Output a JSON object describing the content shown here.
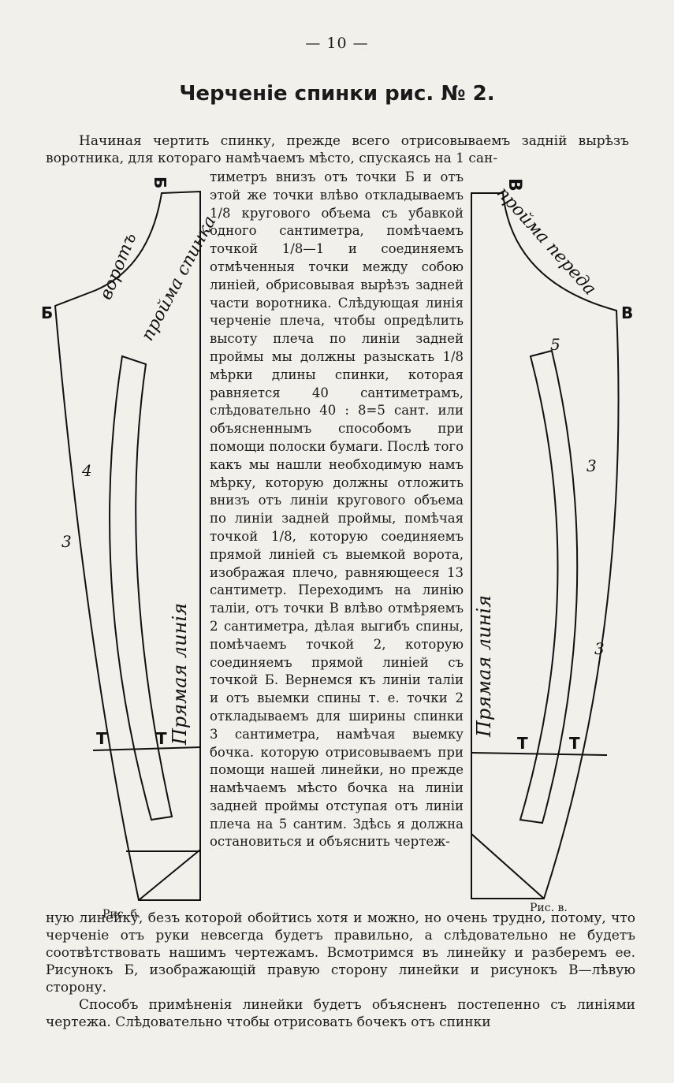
{
  "page_number": "— 10 —",
  "title": "Черченіе спинки рис. № 2.",
  "intro": "Начиная чертить спинку, прежде всего отрисовываемъ заднiй вырѣзъ воротника, для котораго намѣчаемъ мѣсто, спускаясь на 1 сан-",
  "column_text": "тиметръ внизъ отъ точки Б и отъ этой же точки влѣво откладываемъ 1/8 кругового объема съ убавкой одного сантиметра, помѣчаемъ точкой 1/8—1 и соединяемъ отмѣченныя точки между собою линiей, обрисовывая вырѣзъ задней части воротника. Слѣдующая линiя черченiе плеча, чтобы опредѣлить высоту плеча по линiи задней проймы мы должны разыскать 1/8 мѣрки длины спинки, которая равняется 40 сантиметрамъ, слѣдовательно 40 : 8=5 сант. или объясненнымъ способомъ при помощи полоски бумаги. Послѣ того какъ мы нашли необходимую намъ мѣрку, которую должны отложить внизъ отъ линiи кругового объема по линiи задней проймы, помѣчая точкой 1/8, которую соединяемъ прямой линiей съ выемкой ворота, изображая плечо, равняющееся 13 сантиметр. Переходимъ на линiю талiи, отъ точки В влѣво отмѣряемъ 2 сантиметра, дѣлая выгибъ спины, помѣчаемъ точкой 2, которую соединяемъ прямой линiей съ точкой Б. Вернемся къ линiи талiи и отъ выемки спины т. е. точки 2 откладываемъ для ширины спинки 3 сантиметра, намѣчая выемку бочка. которую отрисовываемъ при помощи нашей линейки, но прежде намѣчаемъ мѣсто бочка на линiи задней проймы отступая отъ линiи плеча на 5 сантим. Здѣсь я должна остановиться и объяснить чертеж-",
  "bottom_paragraph_1": "ную линейку, безъ которой обойтись хотя и можно, но очень трудно, потому, что черченiе отъ руки невсегда будетъ правильно, а слѣдовательно не будетъ соотвѣтствовать нашимъ чертежамъ. Всмотримся въ линейку и разберемъ ее. Рисунокъ Б, изображающiй правую сторону линейки и рисунокъ В—лѣвую сторону.",
  "bottom_paragraph_2": "Способъ примѣненiя линейки будетъ объясненъ постепенно съ линiями чертежа. Слѣдовательно чтобы отрисовать бочекъ отъ спинки",
  "figure_left": {
    "caption": "Рис. б.",
    "label_top": "Б",
    "label_side": "Б",
    "label_collar": "воротъ",
    "label_armhole": "пройма спинка",
    "label_straight": "Прямая линія",
    "num_a": "4",
    "num_b": "3",
    "t_a": "Т",
    "t_b": "Т"
  },
  "figure_right": {
    "caption": "Рис. в.",
    "label_top": "В",
    "label_side": "В",
    "label_armhole": "пройма переда",
    "label_straight": "Прямая линія",
    "num_a": "5",
    "num_b": "3",
    "num_c": "3",
    "t_a": "Т",
    "t_b": "Т"
  }
}
